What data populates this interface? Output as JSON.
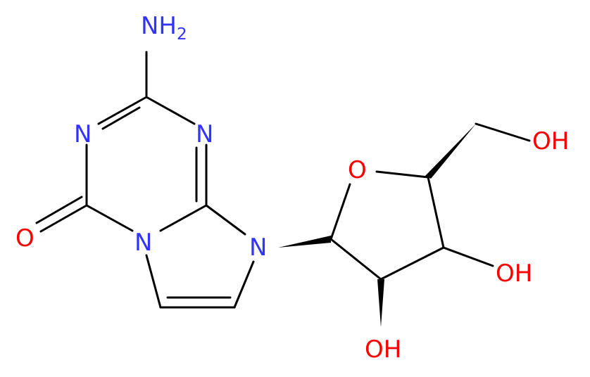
{
  "colors": {
    "bond": "#000000",
    "nitrogen": "#3333ff",
    "oxygen": "#ff0000"
  },
  "atoms": {
    "nh2_main": "NH",
    "nh2_sub": "2",
    "n_ring_left": "N",
    "n_ring_right": "N",
    "n_bridge": "N",
    "n_imidazole": "N",
    "o_carbonyl": "O",
    "o_furanose": "O",
    "oh_top": "OH",
    "oh_mid": "OH",
    "oh_bottom": "OH"
  }
}
